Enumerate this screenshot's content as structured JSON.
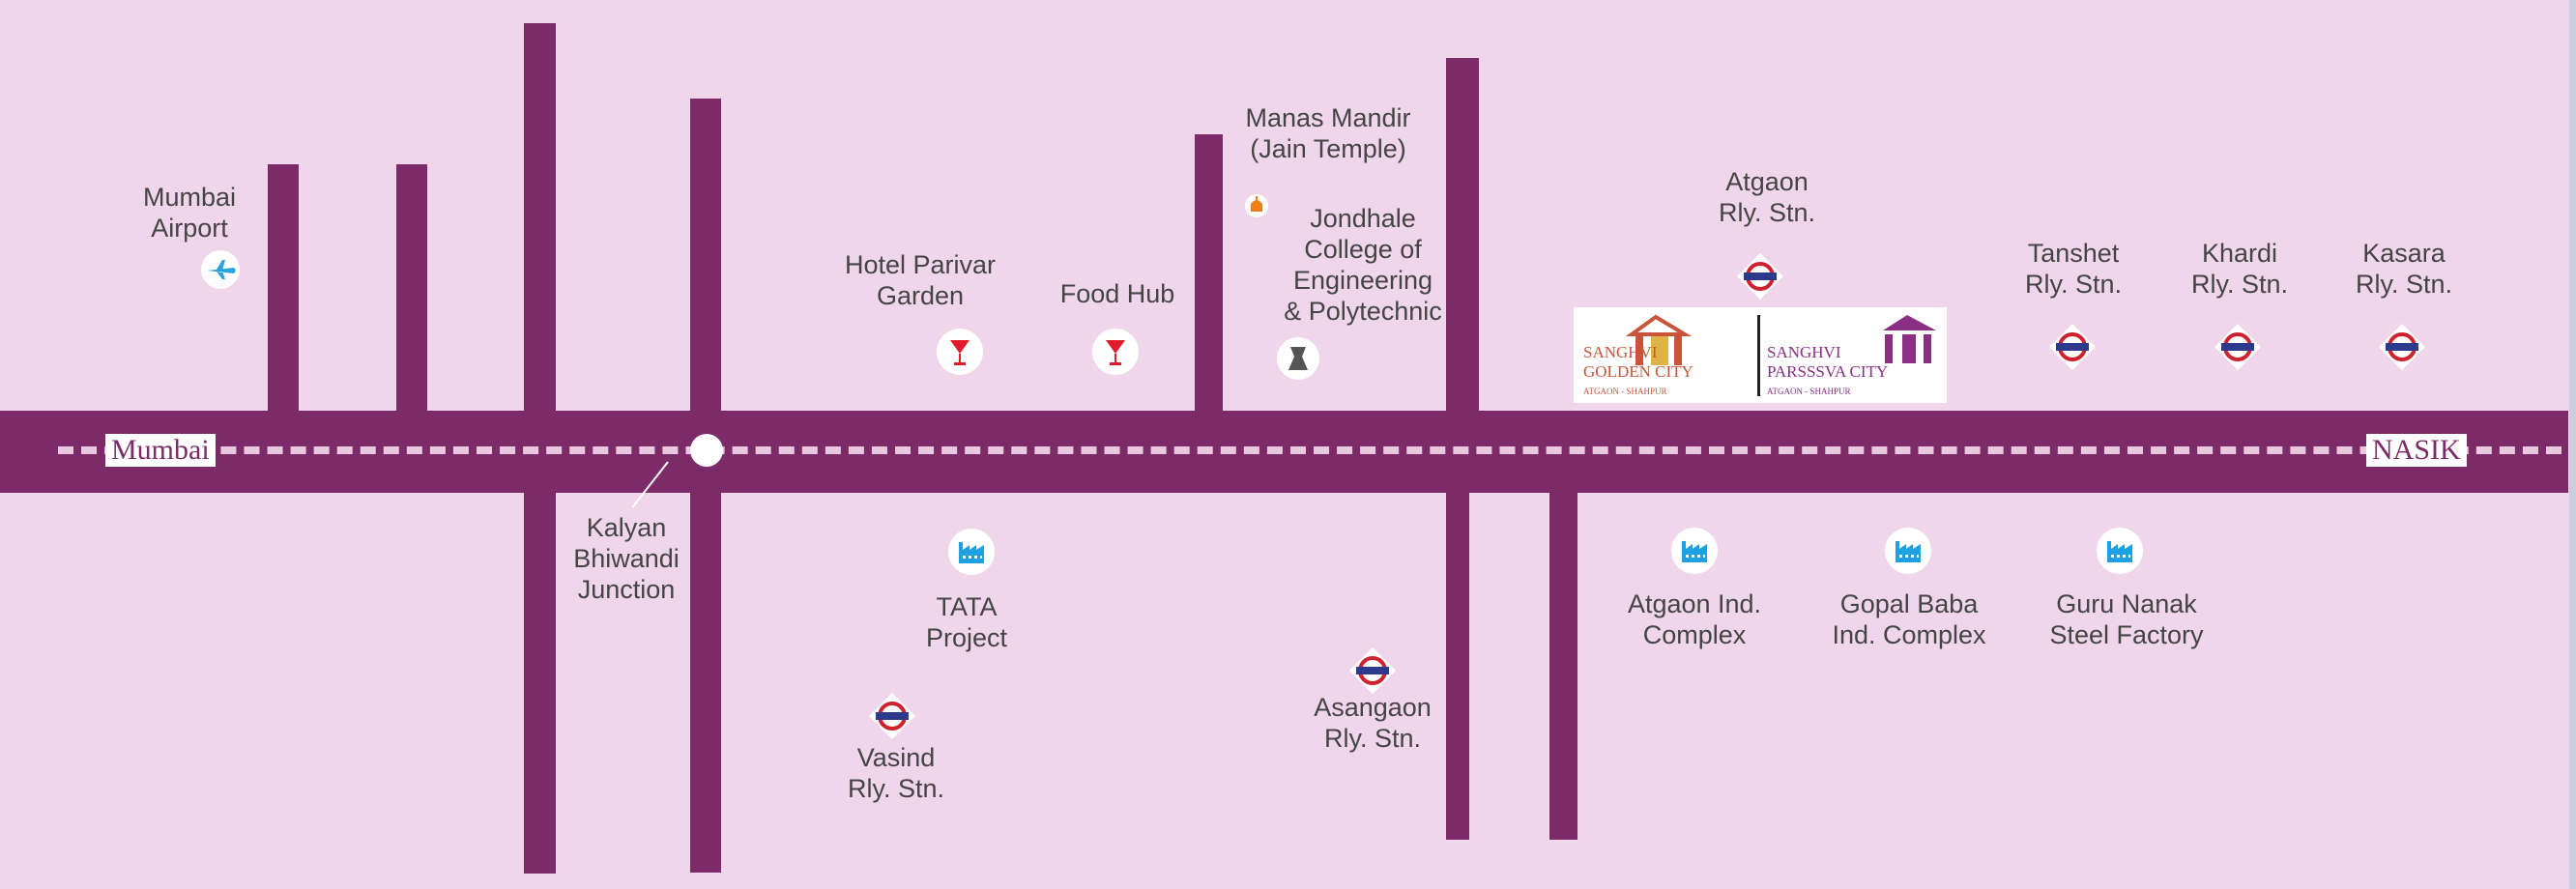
{
  "map": {
    "road_color": "#7d2a68",
    "background_color": "#efd6ea",
    "start_city": "Mumbai",
    "end_city": "NASIK",
    "logo": {
      "left_text": "SANGHVI GOLDEN CITY",
      "left_sub": "ATGAON - SHAHPUR",
      "right_text": "SANGHVI PARSSSVA CITY",
      "right_sub": "ATGAON - SHAHPUR"
    },
    "pois": [
      {
        "label": "Mumbai\nAirport",
        "icon": "airplane-icon"
      },
      {
        "label": "Hotel Parivar\nGarden",
        "icon": "cocktail-icon"
      },
      {
        "label": "Food Hub",
        "icon": "cocktail-icon"
      },
      {
        "label": "Manas Mandir\n(Jain Temple)",
        "icon": "temple-icon"
      },
      {
        "label": "Jondhale\nCollege of\nEngineering\n& Polytechnic",
        "icon": "college-icon"
      },
      {
        "label": "Atgaon\nRly. Stn.",
        "icon": "railway-station-icon"
      },
      {
        "label": "Tanshet\nRly. Stn.",
        "icon": "railway-station-icon"
      },
      {
        "label": "Khardi\nRly. Stn.",
        "icon": "railway-station-icon"
      },
      {
        "label": "Kasara\nRly. Stn.",
        "icon": "railway-station-icon"
      },
      {
        "label": "Kalyan\nBhiwandi\nJunction",
        "icon": ""
      },
      {
        "label": "TATA\nProject",
        "icon": "factory-icon"
      },
      {
        "label": "Vasind\nRly. Stn.",
        "icon": "railway-station-icon"
      },
      {
        "label": "Asangaon\nRly. Stn.",
        "icon": "railway-station-icon"
      },
      {
        "label": "Atgaon Ind.\nComplex",
        "icon": "factory-icon"
      },
      {
        "label": "Gopal Baba\nInd. Complex",
        "icon": "factory-icon"
      },
      {
        "label": "Guru Nanak\nSteel Factory",
        "icon": "factory-icon"
      }
    ]
  }
}
